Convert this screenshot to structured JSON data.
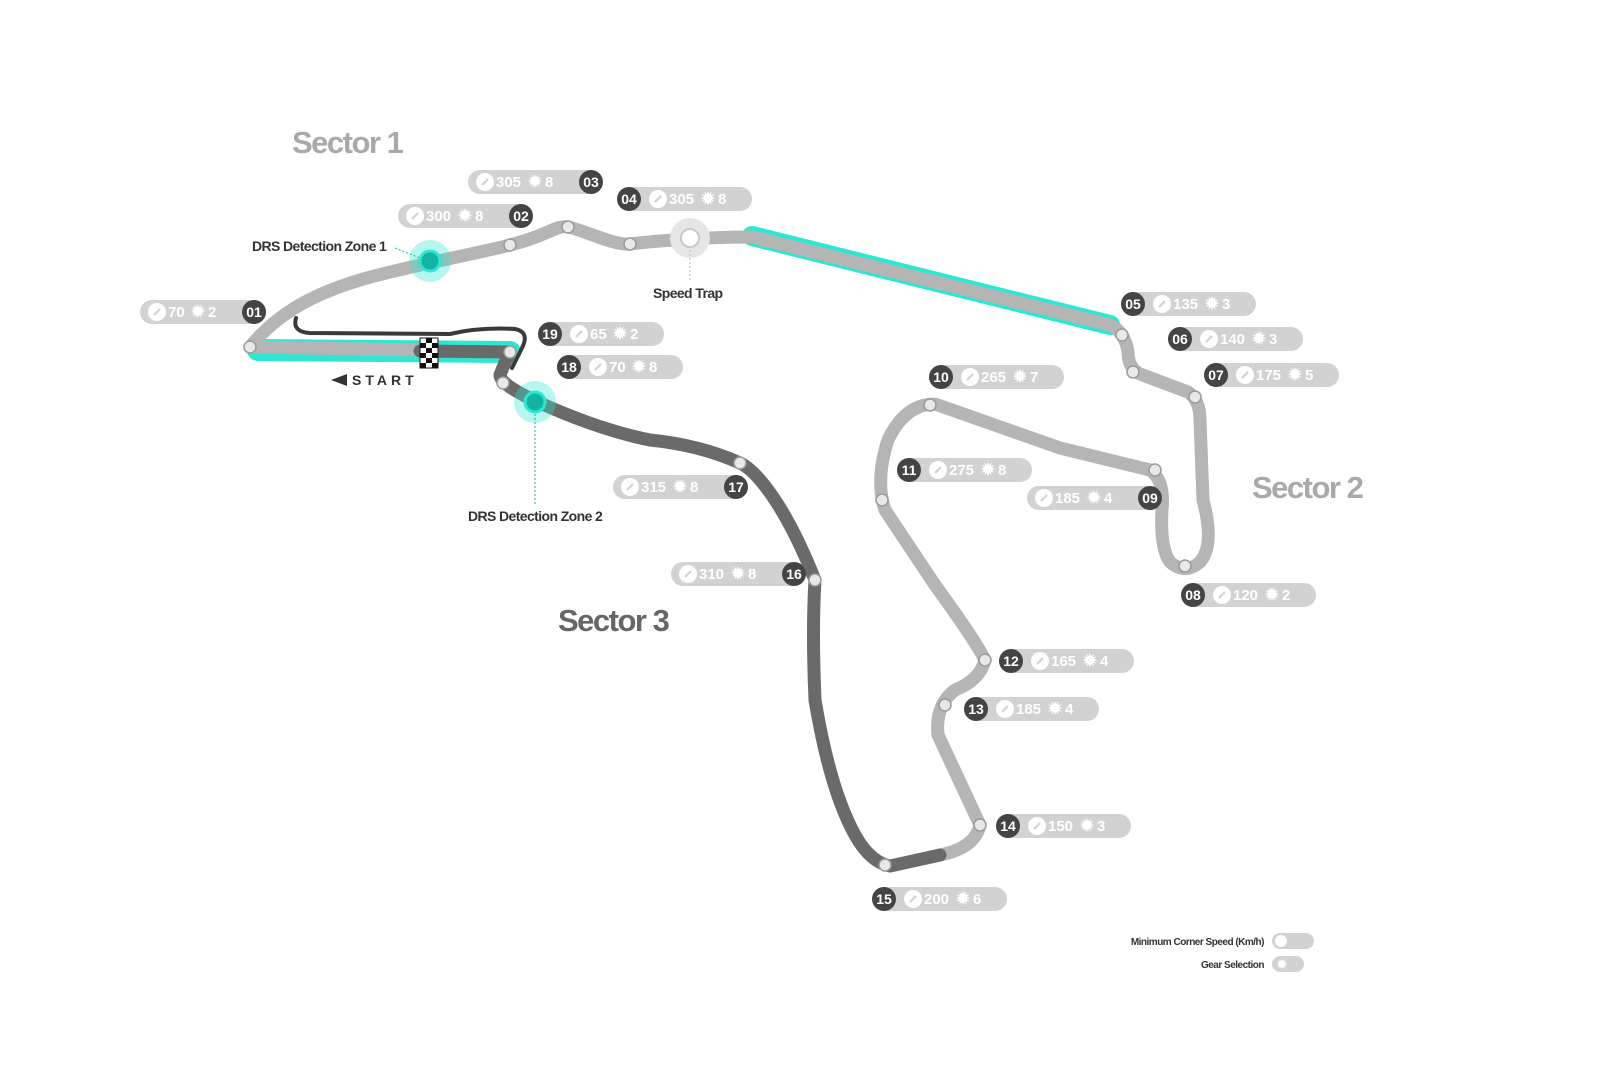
{
  "sectors": {
    "s1": "Sector 1",
    "s2": "Sector 2",
    "s3": "Sector 3"
  },
  "labels": {
    "drs1": "DRS Detection Zone 1",
    "drs2": "DRS Detection Zone 2",
    "speed_trap": "Speed Trap",
    "start": "START"
  },
  "legend": {
    "min_corner_speed": "Minimum Corner Speed (Km/h)",
    "gear_selection": "Gear Selection"
  },
  "colors": {
    "track_light": "#b5b5b5",
    "track_dark": "#6a6a6a",
    "drs": "#2ee6d2",
    "pill": "#d2d2d2",
    "badge": "#444444"
  },
  "corners": [
    {
      "num": "01",
      "speed": "70",
      "gear": "2"
    },
    {
      "num": "02",
      "speed": "300",
      "gear": "8"
    },
    {
      "num": "03",
      "speed": "305",
      "gear": "8"
    },
    {
      "num": "04",
      "speed": "305",
      "gear": "8"
    },
    {
      "num": "05",
      "speed": "135",
      "gear": "3"
    },
    {
      "num": "06",
      "speed": "140",
      "gear": "3"
    },
    {
      "num": "07",
      "speed": "175",
      "gear": "5"
    },
    {
      "num": "08",
      "speed": "120",
      "gear": "2"
    },
    {
      "num": "09",
      "speed": "185",
      "gear": "4"
    },
    {
      "num": "10",
      "speed": "265",
      "gear": "7"
    },
    {
      "num": "11",
      "speed": "275",
      "gear": "8"
    },
    {
      "num": "12",
      "speed": "165",
      "gear": "4"
    },
    {
      "num": "13",
      "speed": "185",
      "gear": "4"
    },
    {
      "num": "14",
      "speed": "150",
      "gear": "3"
    },
    {
      "num": "15",
      "speed": "200",
      "gear": "6"
    },
    {
      "num": "16",
      "speed": "310",
      "gear": "8"
    },
    {
      "num": "17",
      "speed": "315",
      "gear": "8"
    },
    {
      "num": "18",
      "speed": "70",
      "gear": "8"
    },
    {
      "num": "19",
      "speed": "65",
      "gear": "2"
    }
  ]
}
